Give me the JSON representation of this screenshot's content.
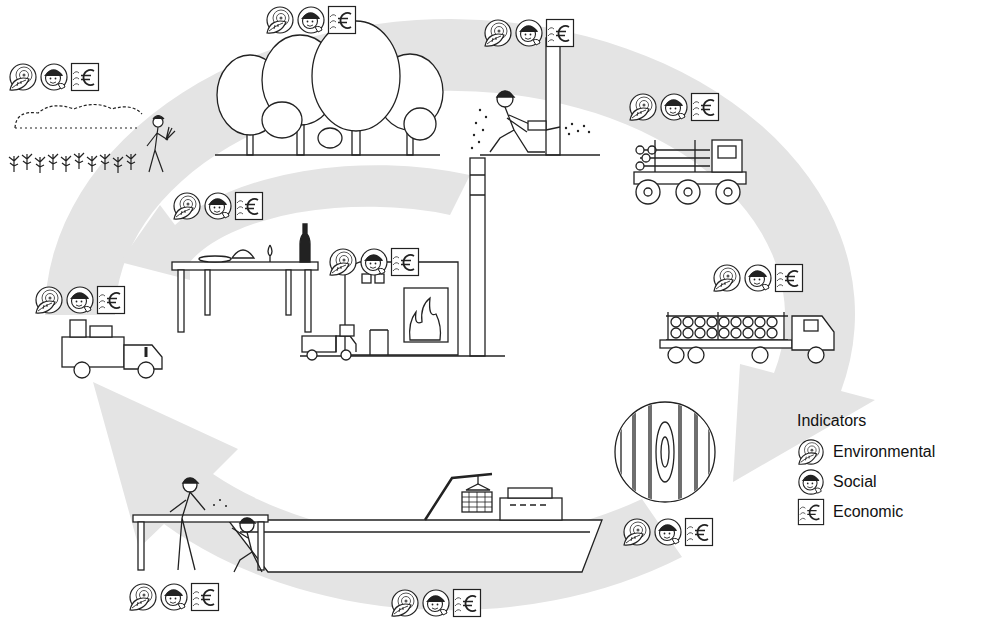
{
  "diagram": {
    "labels": [
      "Indicators"
    ],
    "legend": [
      {
        "text": "Environmental"
      },
      {
        "text": "Social"
      },
      {
        "text": "Economic"
      }
    ]
  }
}
